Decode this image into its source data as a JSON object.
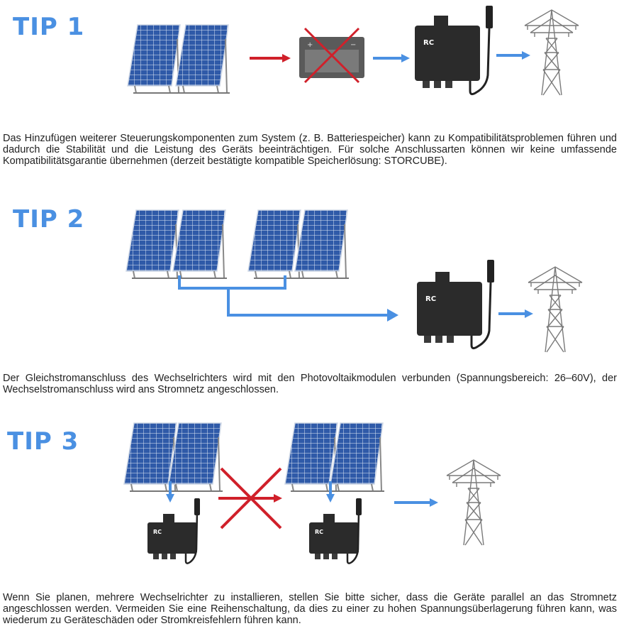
{
  "tips": [
    {
      "title": "TIP 1",
      "text": "Das Hinzufügen weiterer Steuerungskomponenten zum System (z. B. Batteriespeicher) kann zu Kompatibilitätsproblemen führen und dadurch die Stabilität und die Leistung des Geräts beeinträchtigen. Für solche Anschlussarten können wir keine umfassende Kompatibilitätsgarantie übernehmen (derzeit bestätigte kompatible Speicherlösung: STORCUBE)."
    },
    {
      "title": "TIP 2",
      "text": "Der Gleichstromanschluss des Wechselrichters wird mit den Photovoltaikmodulen verbunden (Spannungsbereich: 26–60V), der Wechselstromanschluss wird ans Stromnetz angeschlossen."
    },
    {
      "title": "TIP 3",
      "text": "Wenn Sie planen, mehrere Wechselrichter zu installieren, stellen Sie bitte sicher, dass die Geräte parallel an das Stromnetz angeschlossen werden. Vermeiden Sie eine Reihenschaltung, da dies zu einer zu hohen Spannungsüberlagerung führen kann, was wiederum zu Geräteschäden oder Stromkreisfehlern führen kann."
    }
  ],
  "labels": {
    "inverter_logo": "RC",
    "battery_plus": "+",
    "battery_minus": "−"
  },
  "colors": {
    "title_blue": "#4a90e2",
    "arrow_blue": "#4a90e2",
    "cross_red": "#d0202a",
    "panel_blue": "#2f5aa8",
    "inverter_dark": "#2b2b2b"
  }
}
